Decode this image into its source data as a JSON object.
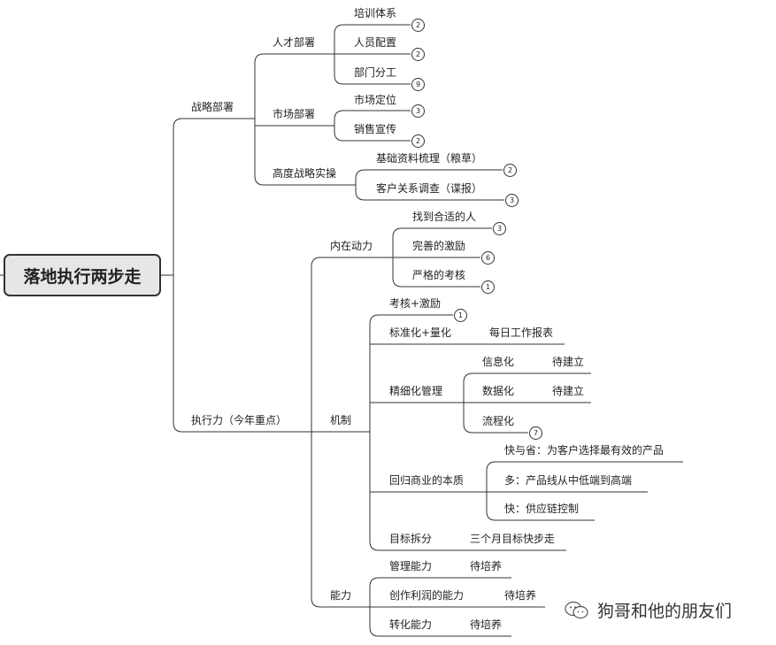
{
  "root": "落地执行两步走",
  "strategy": {
    "label": "战略部署",
    "talent": {
      "label": "人才部署",
      "items": [
        {
          "label": "培训体系",
          "badge": "2"
        },
        {
          "label": "人员配置",
          "badge": "2"
        },
        {
          "label": "部门分工",
          "badge": "9"
        }
      ]
    },
    "market": {
      "label": "市场部署",
      "items": [
        {
          "label": "市场定位",
          "badge": "3"
        },
        {
          "label": "销售宣传",
          "badge": "2"
        }
      ]
    },
    "highlevel": {
      "label": "高度战略实操",
      "items": [
        {
          "label": "基础资料梳理（粮草）",
          "badge": "2"
        },
        {
          "label": "客户关系调查（谍报）",
          "badge": "3"
        }
      ]
    }
  },
  "execution": {
    "label": "执行力（今年重点）",
    "motivation": {
      "label": "内在动力",
      "items": [
        {
          "label": "找到合适的人",
          "badge": "3"
        },
        {
          "label": "完善的激励",
          "badge": "6"
        },
        {
          "label": "严格的考核",
          "badge": "1"
        }
      ]
    },
    "mechanism": {
      "label": "机制",
      "assess": {
        "label": "考核+激励",
        "badge": "1"
      },
      "standard": {
        "label": "标准化+量化",
        "child": "每日工作报表"
      },
      "refine": {
        "label": "精细化管理",
        "items": [
          {
            "label": "信息化",
            "child": "待建立"
          },
          {
            "label": "数据化",
            "child": "待建立"
          },
          {
            "label": "流程化",
            "badge": "7"
          }
        ]
      },
      "essence": {
        "label": "回归商业的本质",
        "items": [
          "快与省：为客户选择最有效的产品",
          "多：产品线从中低端到高端",
          "快：供应链控制"
        ]
      },
      "target": {
        "label": "目标拆分",
        "child": "三个月目标快步走"
      }
    },
    "ability": {
      "label": "能力",
      "items": [
        {
          "label": "管理能力",
          "child": "待培养"
        },
        {
          "label": "创作利润的能力",
          "child": "待培养"
        },
        {
          "label": "转化能力",
          "child": "待培养"
        }
      ]
    }
  },
  "watermark": {
    "text": "狗哥和他的朋友们",
    "icon": "wechat-icon"
  }
}
